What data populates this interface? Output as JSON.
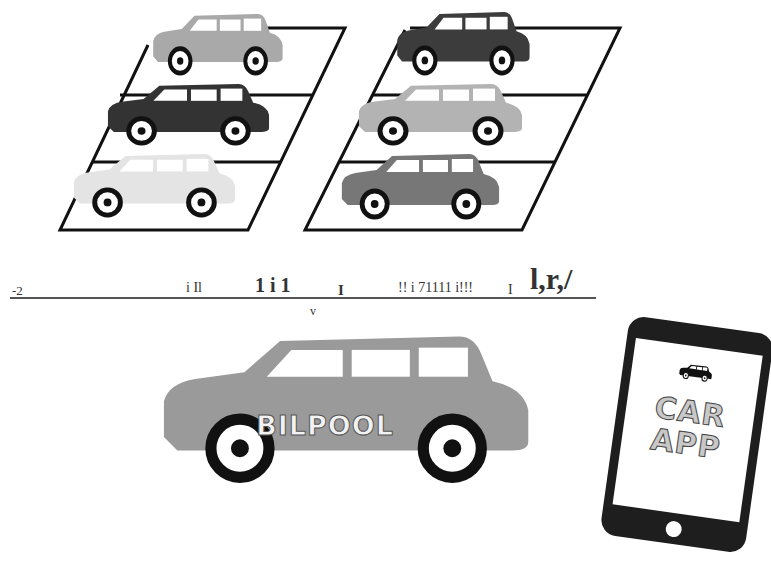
{
  "diagram": {
    "nodes": [
      {
        "text": [
          "BILPOOL"
        ]
      },
      {
        "text": [
          "CAR APP"
        ]
      }
    ],
    "labels": [
      "-2",
      "i Il",
      "1 i 1",
      "I",
      "!! i 71111 i!!!",
      "I",
      "l,r,/",
      "v"
    ]
  }
}
